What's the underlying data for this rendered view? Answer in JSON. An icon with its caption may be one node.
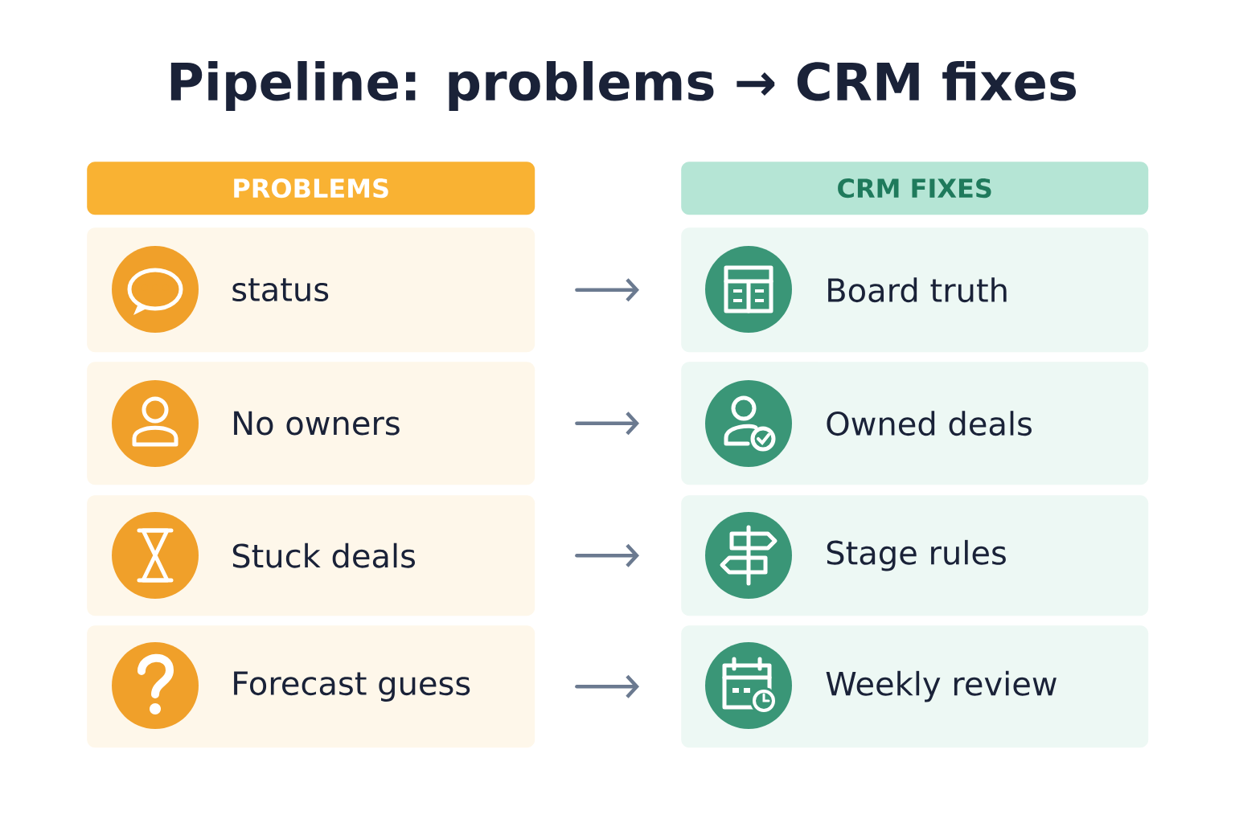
{
  "diagram": {
    "title": "Pipeline: problems → CRM fixes",
    "nodes": [
      {
        "text": [
          "PROBLEMS"
        ]
      },
      {
        "text": [
          "CRM FIXES"
        ]
      },
      {
        "text": [
          "status"
        ]
      },
      {
        "text": [
          "Board truth"
        ]
      },
      {
        "text": [
          "No owners"
        ]
      },
      {
        "text": [
          "Owned deals"
        ]
      },
      {
        "text": [
          "Stuck deals"
        ]
      },
      {
        "text": [
          "Stage rules"
        ]
      },
      {
        "text": [
          "Forecast guess"
        ]
      },
      {
        "text": [
          "Weekly review"
        ]
      }
    ],
    "edges": [
      {
        "from": 2,
        "to": 3,
        "arrow": "to"
      },
      {
        "from": 4,
        "to": 5,
        "arrow": "to"
      },
      {
        "from": 6,
        "to": 7,
        "arrow": "to"
      },
      {
        "from": 8,
        "to": 9,
        "arrow": "to"
      }
    ]
  }
}
